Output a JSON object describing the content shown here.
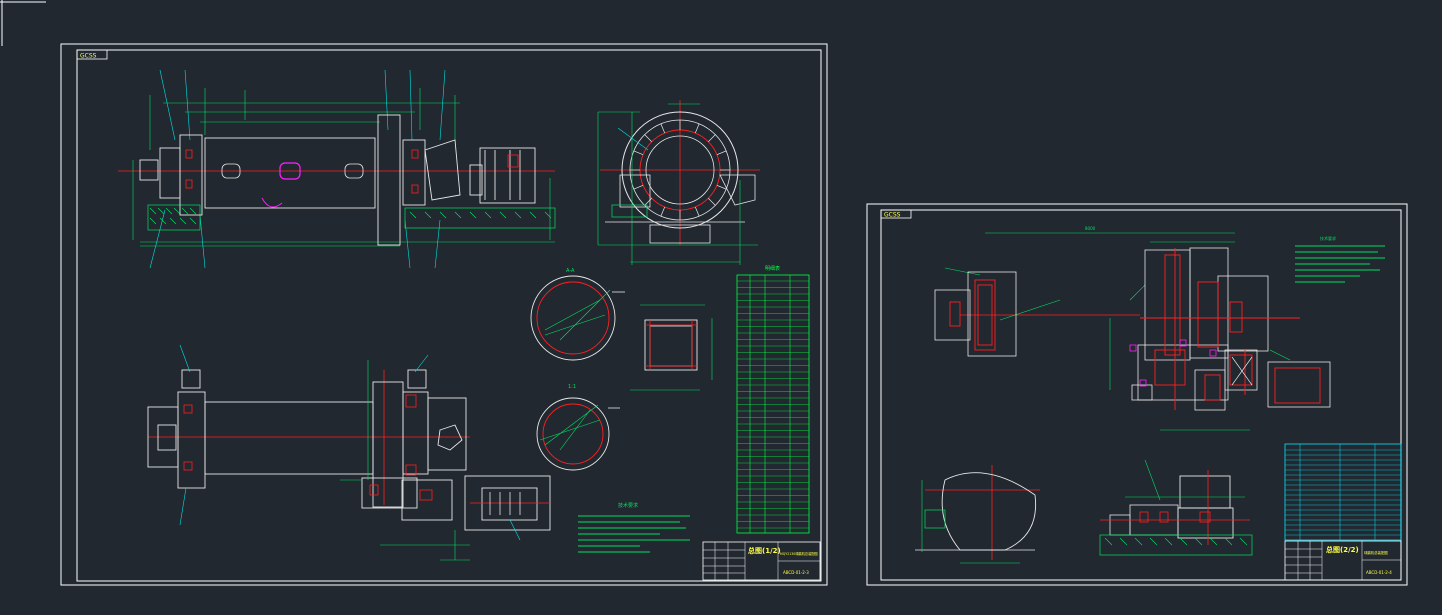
{
  "colors": {
    "background": "#212830",
    "frame": "#ffffff",
    "geometry": "#e8e8e8",
    "centerline": "#ff2020",
    "dimension": "#00e060",
    "leader": "#00e0e0",
    "highlight": "#ff20ff",
    "table": "#00ff40",
    "table_right": "#00e5ff",
    "title_yellow": "#ffff40"
  },
  "sheet1": {
    "tag": "GCSS",
    "title_label": "总图(1/2)",
    "drawing_name": "MQY2130球磨机总装配图",
    "drawing_code": "ABCD-01-2-3",
    "tech_req_title": "技术要求",
    "view_label_a": "A-A",
    "scale_label": "1:1",
    "table_title": "明细表"
  },
  "sheet2": {
    "tag": "GCSS",
    "title_label": "总图(2/2)",
    "drawing_name": "球磨机总装配图",
    "drawing_code": "ABCD-01-2-4",
    "tech_req_title": "技术要求",
    "dim_main": "8000"
  },
  "icons": [
    "ball-mill-drum-icon",
    "gear-ring-icon",
    "motor-icon",
    "bearing-housing-icon",
    "foundation-hatch-icon"
  ]
}
